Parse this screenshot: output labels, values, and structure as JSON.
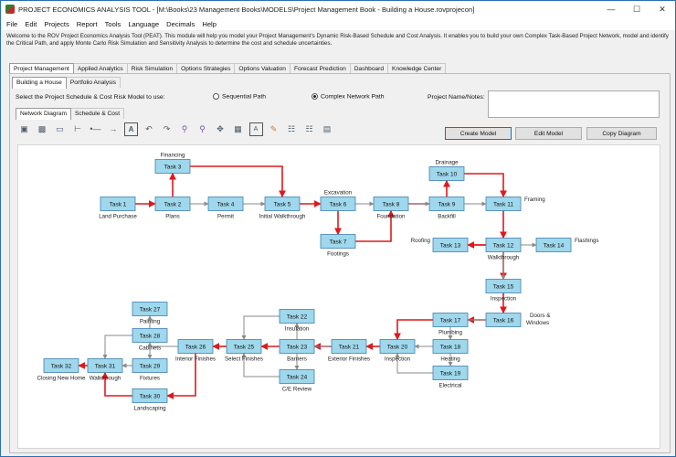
{
  "window": {
    "title": "PROJECT ECONOMICS ANALYSIS TOOL - [M:\\Books\\23 Management Books\\MODELS\\Project Management Book - Building a House.rovprojecon]",
    "minimize": "—",
    "maximize": "☐",
    "close": "✕"
  },
  "menu": [
    "File",
    "Edit",
    "Projects",
    "Report",
    "Tools",
    "Language",
    "Decimals",
    "Help"
  ],
  "welcome_text": "Welcome to the ROV Project Economics Analysis Tool (PEAT). This module will help you model your Project Management's Dynamic Risk-Based Schedule and Cost Analysis. It enables you to build your own Complex Task-Based Project Network, model and identify the Critical Path, and apply Monte Carlo Risk Simulation and Sensitivity Analysis to determine the cost and schedule uncertainties.",
  "main_tabs": [
    "Project Management",
    "Applied Analytics",
    "Risk Simulation",
    "Options Strategies",
    "Options Valuation",
    "Forecast Prediction",
    "Dashboard",
    "Knowledge Center"
  ],
  "sub_tabs": [
    "Building a House",
    "Portfolio Analysis"
  ],
  "select_label": "Select the Project Schedule & Cost Risk Model to use:",
  "radio_sequential": "Sequential Path",
  "radio_complex": "Complex Network Path",
  "notes_label": "Project Name/Notes:",
  "view_tabs": [
    "Network Diagram",
    "Schedule & Cost"
  ],
  "buttons": {
    "create": "Create Model",
    "edit": "Edit Model",
    "copy": "Copy Diagram"
  },
  "toolbar_icons": [
    "add-task-icon",
    "add-task-alt-icon",
    "task-box-icon",
    "connector-icon",
    "link-icon",
    "path-icon",
    "text-icon",
    "undo-icon",
    "redo-icon",
    "zoom-in-icon",
    "zoom-out-icon",
    "move-icon",
    "fit-icon",
    "text-style-icon",
    "color-icon",
    "network-icon",
    "network-alt-icon",
    "computer-icon"
  ],
  "colors": {
    "critical": "#e0191b",
    "normal": "#8a8a8a",
    "task_fill": "#9fd8ec",
    "task_border": "#3f7fae"
  },
  "tasks": [
    {
      "id": "t1",
      "label": "Task 1",
      "caption": "Land Purchase"
    },
    {
      "id": "t2",
      "label": "Task 2",
      "caption": "Plans"
    },
    {
      "id": "t3",
      "label": "Task 3",
      "caption": "Financing"
    },
    {
      "id": "t4",
      "label": "Task 4",
      "caption": "Permit"
    },
    {
      "id": "t5",
      "label": "Task 5",
      "caption": "Initial Walkthrough"
    },
    {
      "id": "t6",
      "label": "Task 6",
      "caption": "Excavation"
    },
    {
      "id": "t7",
      "label": "Task 7",
      "caption": "Footings"
    },
    {
      "id": "t8",
      "label": "Task 8",
      "caption": "Foundation"
    },
    {
      "id": "t9",
      "label": "Task 9",
      "caption": "Backfill"
    },
    {
      "id": "t10",
      "label": "Task 10",
      "caption": "Drainage"
    },
    {
      "id": "t11",
      "label": "Task 11",
      "caption": "Framing"
    },
    {
      "id": "t12",
      "label": "Task 12",
      "caption": "Walkthrough"
    },
    {
      "id": "t13",
      "label": "Task 13",
      "caption": "Roofing"
    },
    {
      "id": "t14",
      "label": "Task 14",
      "caption": "Flashings"
    },
    {
      "id": "t15",
      "label": "Task 15",
      "caption": "Inspection"
    },
    {
      "id": "t16",
      "label": "Task 16",
      "caption": "Doors & Windows"
    },
    {
      "id": "t17",
      "label": "Task 17",
      "caption": "Plumbing"
    },
    {
      "id": "t18",
      "label": "Task 18",
      "caption": "Heating"
    },
    {
      "id": "t19",
      "label": "Task 19",
      "caption": "Electrical"
    },
    {
      "id": "t20",
      "label": "Task 20",
      "caption": "Inspection"
    },
    {
      "id": "t21",
      "label": "Task 21",
      "caption": "Exterior Finishes"
    },
    {
      "id": "t22",
      "label": "Task 22",
      "caption": "Insulation"
    },
    {
      "id": "t23",
      "label": "Task 23",
      "caption": "Barriers"
    },
    {
      "id": "t24",
      "label": "Task 24",
      "caption": "C/E Review"
    },
    {
      "id": "t25",
      "label": "Task 25",
      "caption": "Select Finishes"
    },
    {
      "id": "t26",
      "label": "Task 26",
      "caption": "Interior Finishes"
    },
    {
      "id": "t27",
      "label": "Task 27",
      "caption": "Painting"
    },
    {
      "id": "t28",
      "label": "Task 28",
      "caption": "Cabinets"
    },
    {
      "id": "t29",
      "label": "Task 29",
      "caption": "Fixtures"
    },
    {
      "id": "t30",
      "label": "Task 30",
      "caption": "Landscaping"
    },
    {
      "id": "t31",
      "label": "Task 31",
      "caption": "Walkthrough"
    },
    {
      "id": "t32",
      "label": "Task 32",
      "caption": "Closing New Home"
    }
  ],
  "links": [
    {
      "from": "t1",
      "to": "t2",
      "critical": true
    },
    {
      "from": "t2",
      "to": "t3",
      "critical": true
    },
    {
      "from": "t3",
      "to": "t5",
      "critical": true
    },
    {
      "from": "t2",
      "to": "t4",
      "critical": false
    },
    {
      "from": "t4",
      "to": "t5",
      "critical": false
    },
    {
      "from": "t5",
      "to": "t6",
      "critical": true
    },
    {
      "from": "t6",
      "to": "t7",
      "critical": true
    },
    {
      "from": "t7",
      "to": "t8",
      "critical": true
    },
    {
      "from": "t6",
      "to": "t8",
      "critical": false
    },
    {
      "from": "t8",
      "to": "t10",
      "critical": true
    },
    {
      "from": "t10",
      "to": "t11",
      "critical": true
    },
    {
      "from": "t8",
      "to": "t9",
      "critical": false
    },
    {
      "from": "t9",
      "to": "t11",
      "critical": false
    },
    {
      "from": "t11",
      "to": "t12",
      "critical": true
    },
    {
      "from": "t12",
      "to": "t13",
      "critical": true
    },
    {
      "from": "t12",
      "to": "t14",
      "critical": false
    },
    {
      "from": "t13",
      "to": "t15",
      "critical": true
    },
    {
      "from": "t14",
      "to": "t15",
      "critical": false
    },
    {
      "from": "t12",
      "to": "t15",
      "critical": false
    },
    {
      "from": "t15",
      "to": "t16",
      "critical": true
    },
    {
      "from": "t16",
      "to": "t17",
      "critical": true
    },
    {
      "from": "t16",
      "to": "t18",
      "critical": false
    },
    {
      "from": "t16",
      "to": "t19",
      "critical": false
    },
    {
      "from": "t17",
      "to": "t20",
      "critical": true
    },
    {
      "from": "t18",
      "to": "t20",
      "critical": false
    },
    {
      "from": "t19",
      "to": "t20",
      "critical": false
    },
    {
      "from": "t20",
      "to": "t21",
      "critical": true
    },
    {
      "from": "t21",
      "to": "t22",
      "critical": false
    },
    {
      "from": "t21",
      "to": "t23",
      "critical": true
    },
    {
      "from": "t21",
      "to": "t24",
      "critical": false
    },
    {
      "from": "t22",
      "to": "t25",
      "critical": false
    },
    {
      "from": "t23",
      "to": "t25",
      "critical": true
    },
    {
      "from": "t24",
      "to": "t25",
      "critical": false
    },
    {
      "from": "t25",
      "to": "t26",
      "critical": true
    },
    {
      "from": "t26",
      "to": "t27",
      "critical": false
    },
    {
      "from": "t26",
      "to": "t28",
      "critical": false
    },
    {
      "from": "t26",
      "to": "t29",
      "critical": false
    },
    {
      "from": "t26",
      "to": "t30",
      "critical": true
    },
    {
      "from": "t27",
      "to": "t31",
      "critical": false
    },
    {
      "from": "t28",
      "to": "t31",
      "critical": false
    },
    {
      "from": "t29",
      "to": "t31",
      "critical": false
    },
    {
      "from": "t30",
      "to": "t31",
      "critical": true
    },
    {
      "from": "t31",
      "to": "t32",
      "critical": true
    }
  ]
}
